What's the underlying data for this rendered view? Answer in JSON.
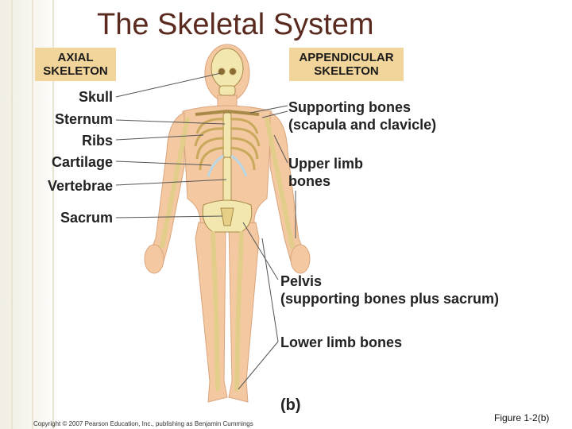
{
  "title": "The Skeletal System",
  "axial": {
    "header": [
      "AXIAL",
      "SKELETON"
    ],
    "labels": [
      "Skull",
      "Sternum",
      "Ribs",
      "Cartilage",
      "Vertebrae",
      "Sacrum"
    ]
  },
  "appendicular": {
    "header": [
      "APPENDICULAR",
      "SKELETON"
    ],
    "supporting": [
      "Supporting bones",
      "(scapula and clavicle)"
    ],
    "upper_limb": [
      "Upper limb",
      "bones"
    ],
    "pelvis": [
      "Pelvis",
      "(supporting bones plus sacrum)"
    ],
    "lower_limb": "Lower limb bones"
  },
  "figure_letter": "(b)",
  "copyright": "Copyright © 2007 Pearson Education, Inc., publishing as Benjamin Cummings",
  "figure_ref": "Figure 1-2(b)",
  "colors": {
    "title": "#5a2a1e",
    "header_bg": "#f2d59a",
    "skin": "#f4c9a2",
    "bone": "#f3e7b0",
    "cartilage": "#b7d6e6",
    "leader": "#555555"
  }
}
